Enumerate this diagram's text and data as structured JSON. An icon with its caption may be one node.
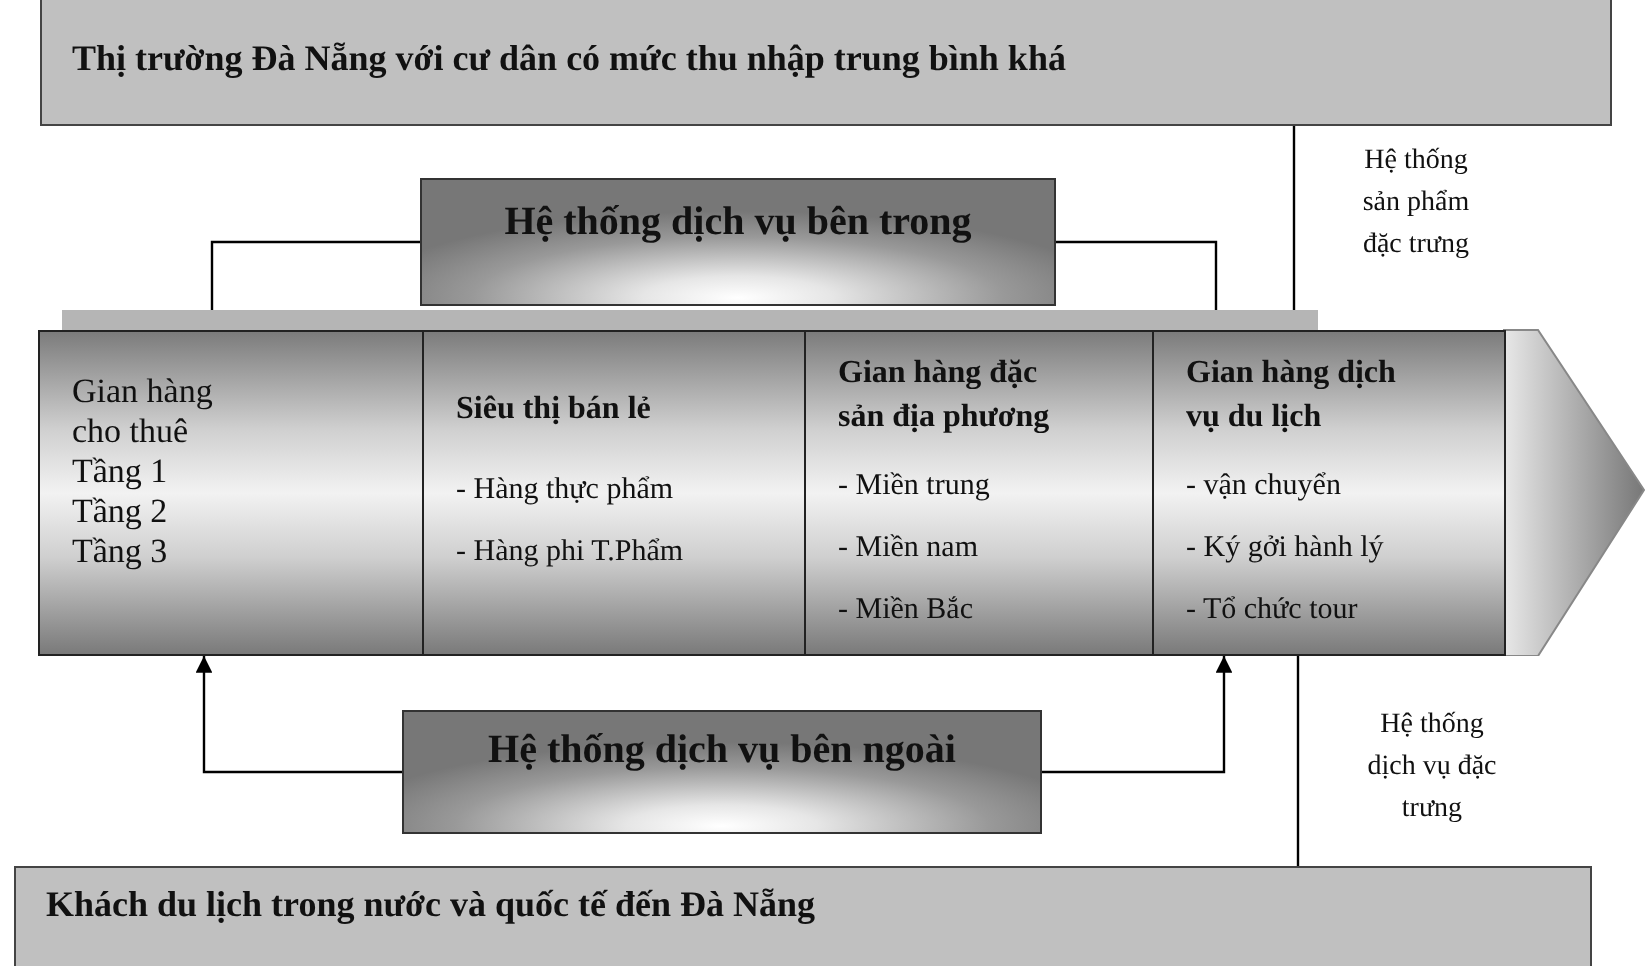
{
  "diagram": {
    "nodes": [
      {
        "text": [
          "Thị trường Đà Nẵng với cư dân có mức thu nhập trung bình khá"
        ]
      },
      {
        "text": [
          "Hệ thống dịch vụ bên trong"
        ]
      },
      {
        "text": [],
        "shape": "arrow"
      },
      {
        "text": [
          "Gian hàng cho thuê",
          "Tầng 1",
          "Tầng 2",
          "Tầng 3"
        ],
        "in": 2
      },
      {
        "text": [
          "Siêu thị bán lẻ",
          "- Hàng thực phẩm",
          "- Hàng phi T.Phẩm"
        ],
        "in": 2
      },
      {
        "text": [
          "Gian hàng đặc sản địa phương",
          "- Miền trung",
          "- Miền nam",
          "- Miền Bắc"
        ],
        "in": 2
      },
      {
        "text": [
          "Gian hàng dịch vụ du lịch",
          "- vận chuyển",
          "- Ký gởi hành lý",
          "- Tổ chức tour"
        ],
        "in": 2
      },
      {
        "text": [
          "Hệ thống dịch vụ bên ngoài"
        ]
      },
      {
        "text": [
          "Khách du lịch trong nước và quốc tế đến Đà Nẵng"
        ]
      }
    ],
    "edges": [
      {
        "from": 1,
        "to": 3,
        "arrow": "to"
      },
      {
        "from": 1,
        "to": 6,
        "arrow": "to"
      },
      {
        "from": 7,
        "to": 3,
        "arrow": "to"
      },
      {
        "from": 7,
        "to": 6,
        "arrow": "to"
      },
      {
        "from": 0,
        "to": 2,
        "arrow": "none"
      },
      {
        "from": 2,
        "to": 8,
        "arrow": "none"
      }
    ],
    "labels": [
      "Hệ thống sản phẩm đặc trưng",
      "Hệ thống dịch vụ đặc trưng"
    ]
  }
}
